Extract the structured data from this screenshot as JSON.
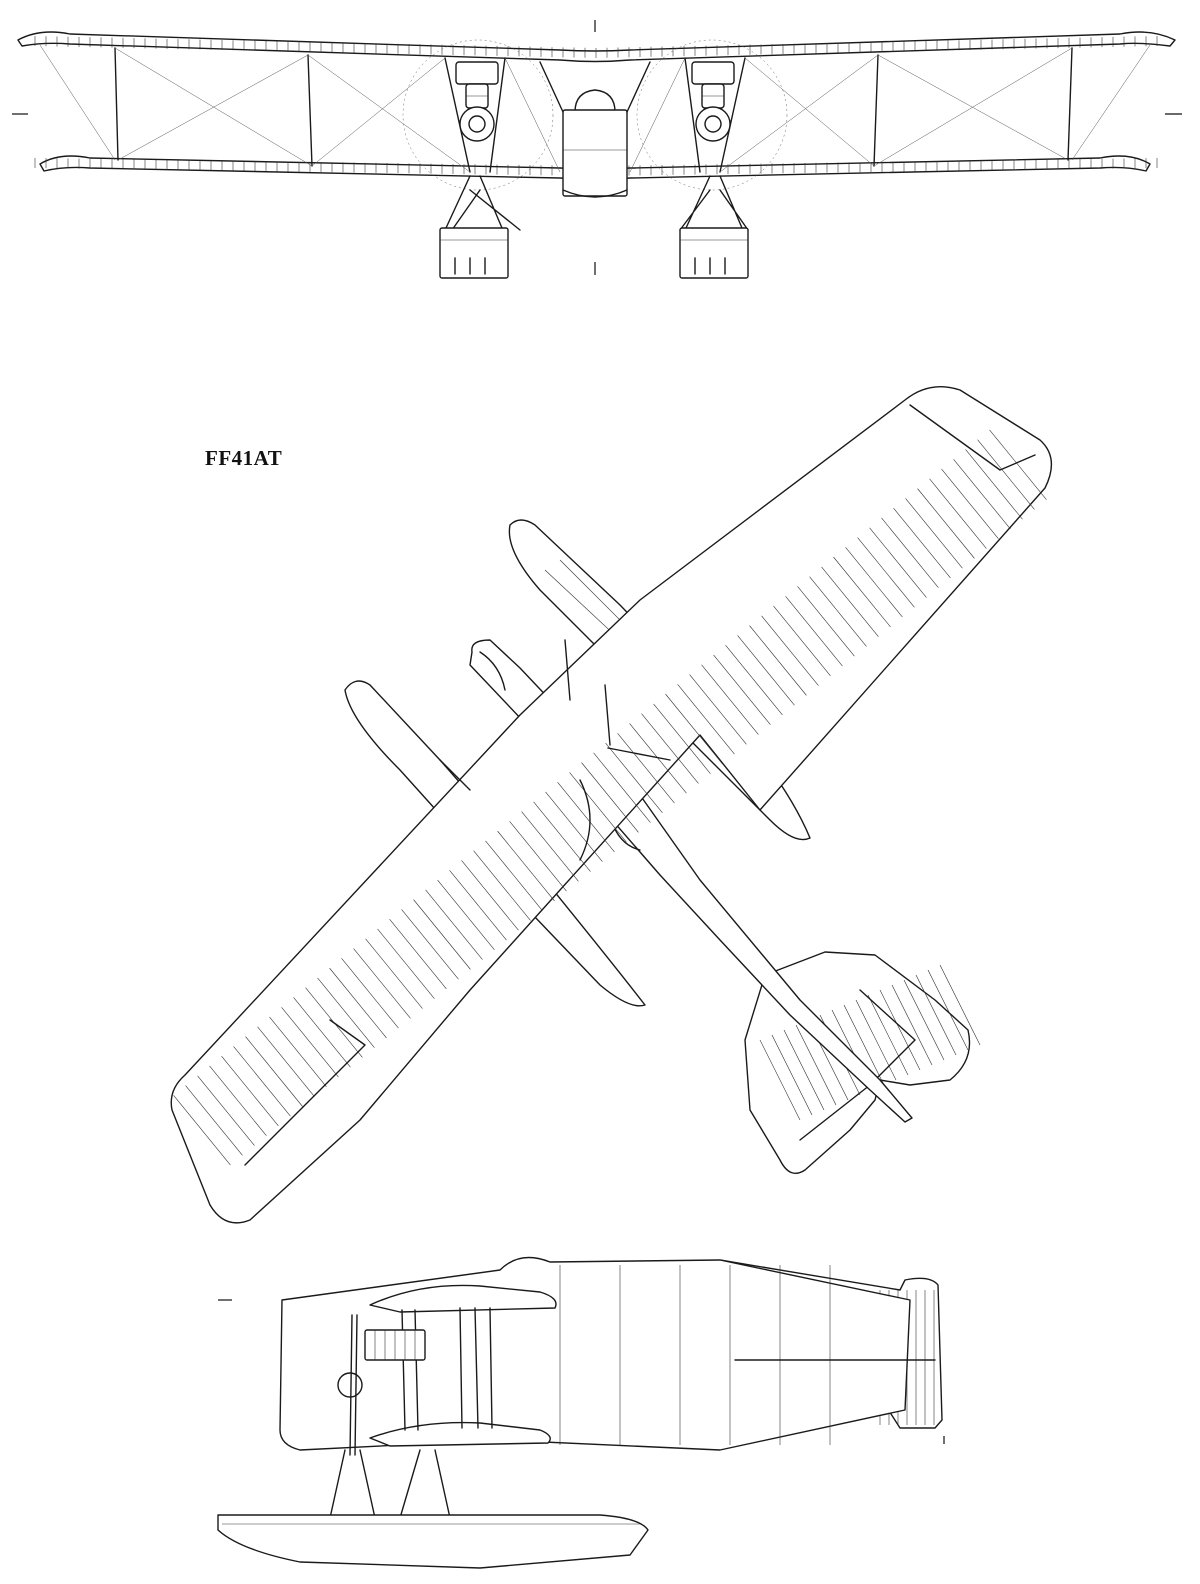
{
  "drawing": {
    "designation": "FF41AT",
    "views": [
      "front-view",
      "plan-view",
      "side-view"
    ]
  }
}
